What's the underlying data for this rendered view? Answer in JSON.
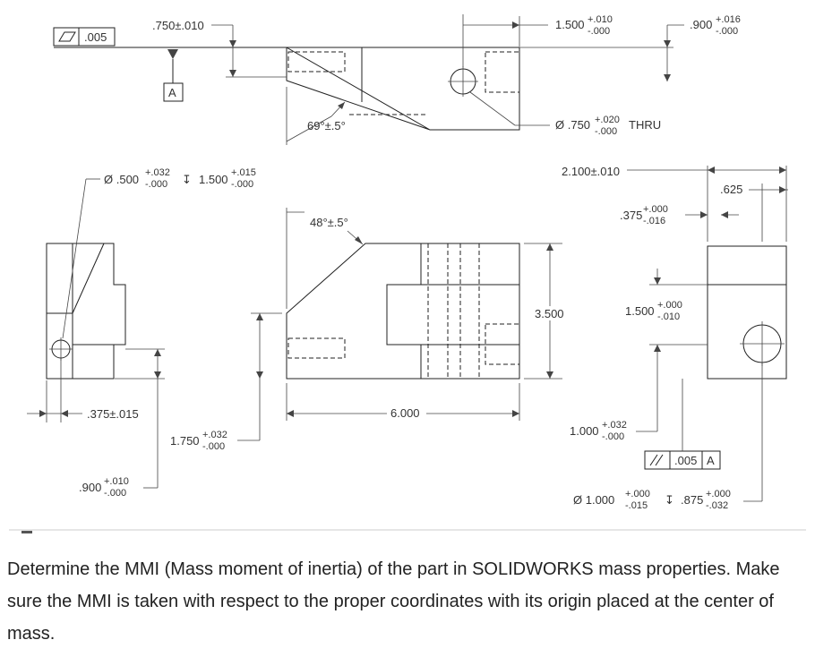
{
  "drawing": {
    "flatness_tol": ".005",
    "datum_a": "A",
    "top_height": ".750±.010",
    "top_pos": "1.500",
    "top_pos_plus": "+.010",
    "top_pos_minus": "-.000",
    "top_width": ".900",
    "top_width_plus": "+.016",
    "top_width_minus": "-.000",
    "angle_top": "69°±.5°",
    "thru_hole_dia": "Ø .750",
    "thru_hole_plus": "+.020",
    "thru_hole_minus": "-.000",
    "thru_label": "THRU",
    "hole_dia": "Ø .500",
    "hole_dia_plus": "+.032",
    "hole_dia_minus": "-.000",
    "depth_symbol": "↧",
    "hole_depth": "1.500",
    "hole_depth_plus": "+.015",
    "hole_depth_minus": "-.000",
    "angle_front": "48°±.5°",
    "overall_width": "2.100±.010",
    "right_slot": ".625",
    "slot_375": ".375",
    "slot_375_plus": "+.000",
    "slot_375_minus": "-.016",
    "right_1500": "1.500",
    "right_1500_plus": "+.000",
    "right_1500_minus": "-.010",
    "height_total": "3.500",
    "left_375": ".375±.015",
    "length_total": "6.000",
    "left_1750": "1.750",
    "left_1750_plus": "+.032",
    "left_1750_minus": "-.000",
    "right_1000": "1.000",
    "right_1000_plus": "+.032",
    "right_1000_minus": "-.000",
    "parallel_tol": ".005",
    "parallel_datum": "A",
    "left_900": ".900",
    "left_900_plus": "+.010",
    "left_900_minus": "-.000",
    "bot_dia": "Ø 1.000",
    "bot_dia_plus": "+.000",
    "bot_dia_minus": "-.015",
    "bot_depth_symbol": "↧",
    "bot_depth": ".875",
    "bot_depth_plus": "+.000",
    "bot_depth_minus": "-.032"
  },
  "question": "Determine the MMI (Mass moment of inertia) of the part in SOLIDWORKS mass properties. Make sure the MMI is taken with respect to the proper coordinates with its origin placed at the center of mass."
}
